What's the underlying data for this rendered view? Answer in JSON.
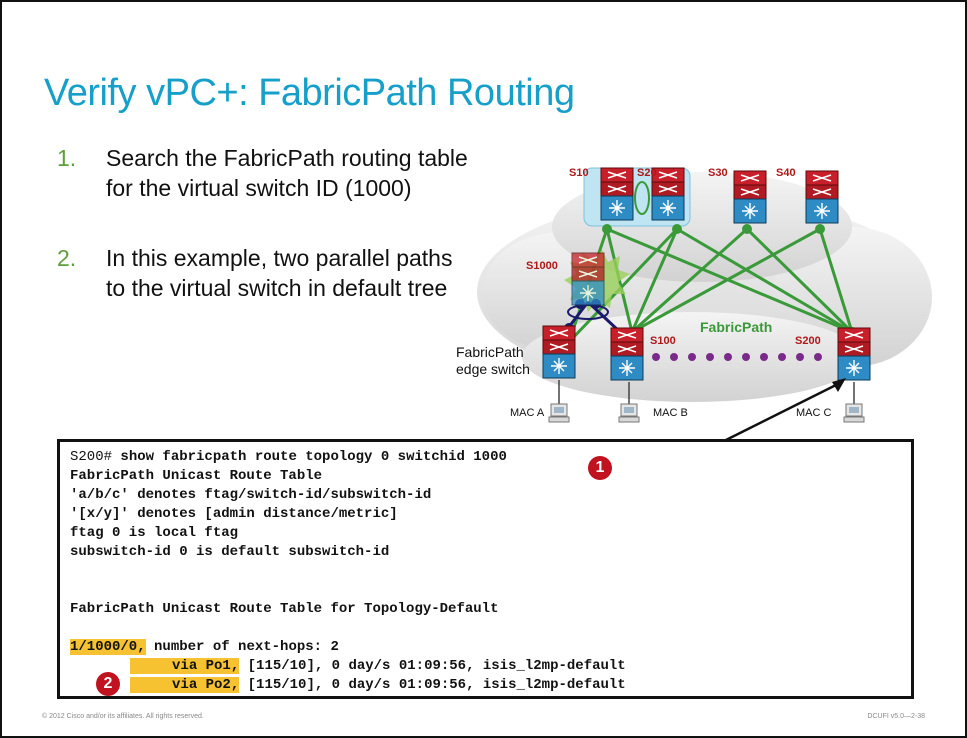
{
  "title": "Verify vPC+: FabricPath Routing",
  "bullets": [
    {
      "num": "1.",
      "text": "Search the FabricPath routing table for the virtual switch ID (1000)"
    },
    {
      "num": "2.",
      "text": "In this example, two parallel paths to the virtual switch in default tree"
    }
  ],
  "diagram": {
    "spines": [
      "S10",
      "S20",
      "S30",
      "S40"
    ],
    "virtual_switch": "S1000",
    "edge_switches": [
      "S100",
      "S200"
    ],
    "fabric_label": "FabricPath",
    "edge_label_line1": "FabricPath",
    "edge_label_line2": "edge switch",
    "hosts": [
      "MAC A",
      "MAC B",
      "MAC C"
    ]
  },
  "cli": {
    "prompt": "S200#",
    "command": " show fabricpath route topology 0 switchid 1000",
    "lines": [
      "FabricPath Unicast Route Table",
      "'a/b/c' denotes ftag/switch-id/subswitch-id",
      "'[x/y]' denotes [admin distance/metric]",
      "ftag 0 is local ftag",
      "subswitch-id 0 is default subswitch-id",
      "FabricPath Unicast Route Table for Topology-Default"
    ],
    "route_prefix": "1/1000/0,",
    "route_rest": " number of next-hops: 2",
    "via1_hl": "via Po1,",
    "via1_rest": " [115/10], 0 day/s 01:09:56, isis_l2mp-default",
    "via2_hl": "via Po2,",
    "via2_rest": " [115/10], 0 day/s 01:09:56, isis_l2mp-default",
    "badge1": "1",
    "badge2": "2"
  },
  "footer": {
    "left": "© 2012 Cisco and/or its affiliates. All rights reserved.",
    "right": "DCUFI v5.0—2-38"
  },
  "colors": {
    "title": "#16a0c9",
    "bullet_number": "#5e9e3c",
    "link": "#3a9a3a",
    "vpc_link": "#7a2a8a",
    "highlight": "#f6c232",
    "badge": "#c1121f",
    "switch_label": "#b01818"
  }
}
